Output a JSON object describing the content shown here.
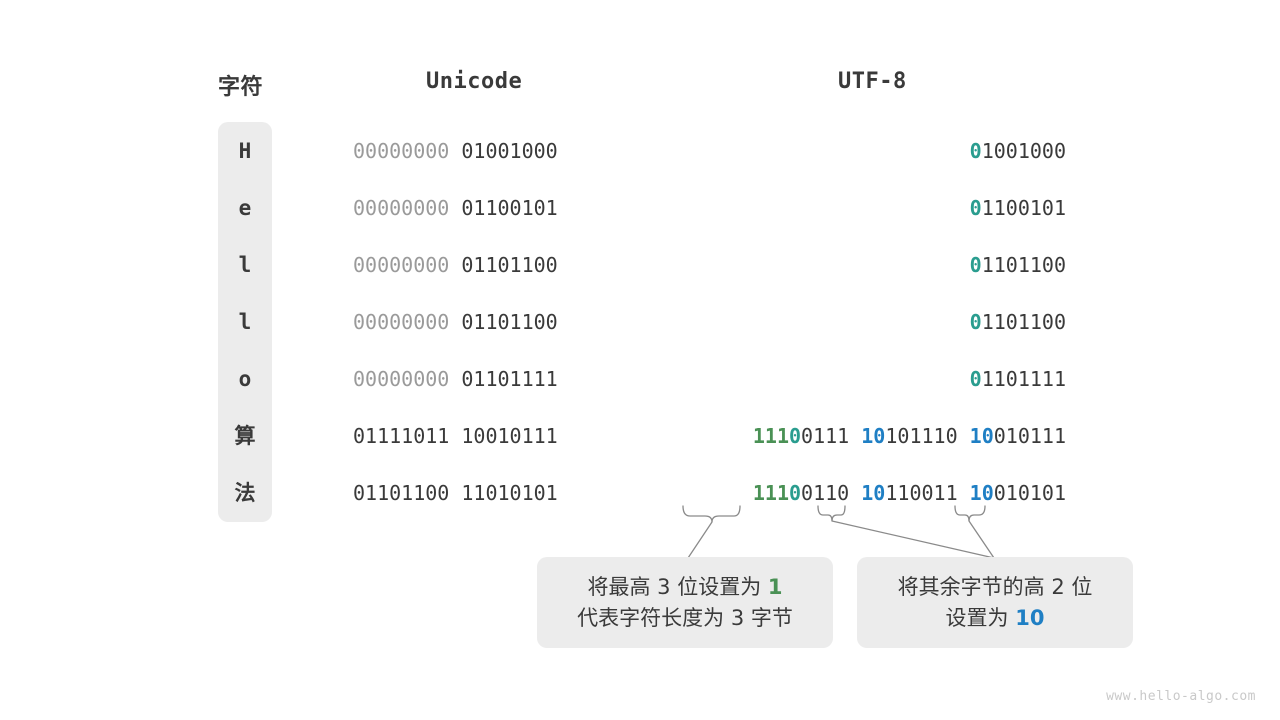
{
  "headers": {
    "char": "字符",
    "unicode": "Unicode",
    "utf8": "UTF-8"
  },
  "rows": [
    {
      "char": "H",
      "unicode_dim": "00000000",
      "unicode_main": "01001000",
      "utf8_lead": "0",
      "utf8_rest": "1001000",
      "utf8_multibyte": false
    },
    {
      "char": "e",
      "unicode_dim": "00000000",
      "unicode_main": "01100101",
      "utf8_lead": "0",
      "utf8_rest": "1100101",
      "utf8_multibyte": false
    },
    {
      "char": "l",
      "unicode_dim": "00000000",
      "unicode_main": "01101100",
      "utf8_lead": "0",
      "utf8_rest": "1101100",
      "utf8_multibyte": false
    },
    {
      "char": "l",
      "unicode_dim": "00000000",
      "unicode_main": "01101100",
      "utf8_lead": "0",
      "utf8_rest": "1101100",
      "utf8_multibyte": false
    },
    {
      "char": "o",
      "unicode_dim": "00000000",
      "unicode_main": "01101111",
      "utf8_lead": "0",
      "utf8_rest": "1101111",
      "utf8_multibyte": false
    },
    {
      "char": "算",
      "unicode_dim": "",
      "unicode_main": "01111011 10010111",
      "utf8_multibyte": true,
      "utf8_b1_green": "111",
      "utf8_b1_teal": "0",
      "utf8_b1_rest": "0111",
      "utf8_b2_blue": "10",
      "utf8_b2_rest": "101110",
      "utf8_b3_blue": "10",
      "utf8_b3_rest": "010111"
    },
    {
      "char": "法",
      "unicode_dim": "",
      "unicode_main": "01101100 11010101",
      "utf8_multibyte": true,
      "utf8_b1_green": "111",
      "utf8_b1_teal": "0",
      "utf8_b1_rest": "0110",
      "utf8_b2_blue": "10",
      "utf8_b2_rest": "110011",
      "utf8_b3_blue": "10",
      "utf8_b3_rest": "010101"
    }
  ],
  "callouts": {
    "left": {
      "line1_prefix": "将最高 3 位设置为 ",
      "line1_highlight": "1",
      "line2": "代表字符长度为 3 字节"
    },
    "right": {
      "line1": "将其余字节的高 2 位",
      "line2_prefix": "设置为 ",
      "line2_highlight": "10"
    }
  },
  "watermark": "www.hello-algo.com",
  "colors": {
    "text": "#3a3a3a",
    "dim": "#9a9a9a",
    "teal": "#2a9d8f",
    "green": "#4a9155",
    "blue": "#1f7fc4",
    "panel": "#ececec",
    "stroke": "#8a8a8a"
  }
}
